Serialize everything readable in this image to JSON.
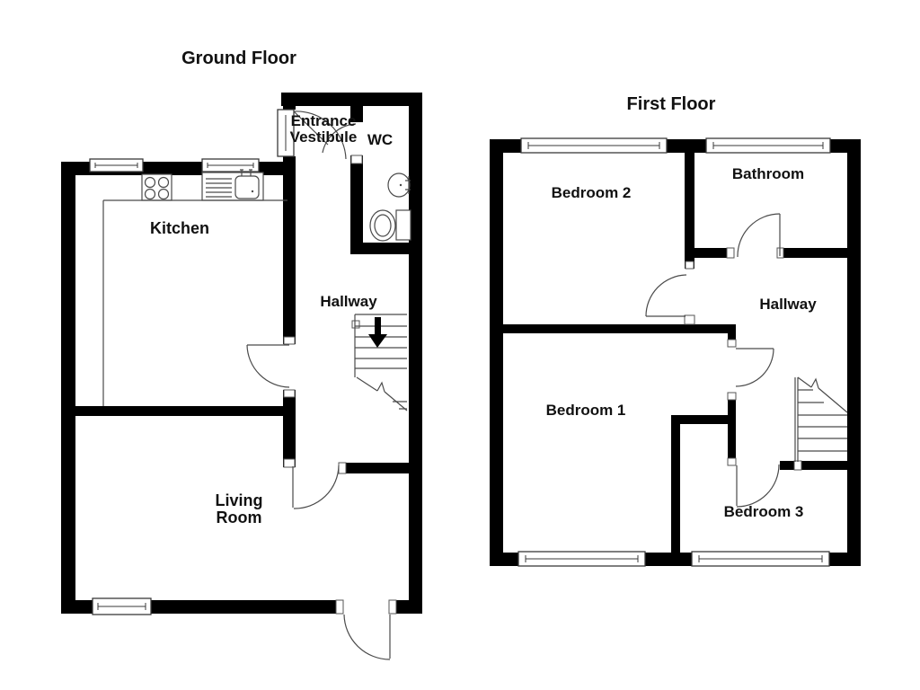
{
  "colors": {
    "wall": "#000000",
    "line": "#4a4a4a",
    "background": "#ffffff",
    "text": "#111111"
  },
  "titles": {
    "ground_floor": "Ground Floor",
    "first_floor": "First Floor"
  },
  "ground_floor": {
    "rooms": {
      "entrance_vestibule": "Entrance Vestibule",
      "wc": "WC",
      "kitchen": "Kitchen",
      "hallway": "Hallway",
      "living_room": "Living Room"
    },
    "stairs": {
      "direction": "down"
    },
    "fixtures": [
      "hob",
      "kitchen-sink-drainer",
      "wc-basin",
      "wc-toilet"
    ]
  },
  "first_floor": {
    "rooms": {
      "bedroom_2": "Bedroom 2",
      "bathroom": "Bathroom",
      "hallway": "Hallway",
      "bedroom_1": "Bedroom 1",
      "bedroom_3": "Bedroom 3"
    },
    "stairs": {
      "direction": "up"
    }
  }
}
